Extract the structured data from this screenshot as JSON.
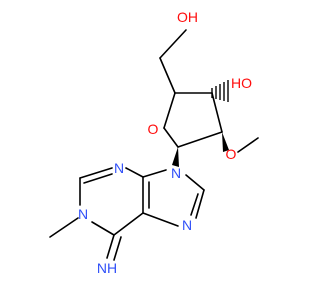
{
  "colors": {
    "carbon_bond": "#000000",
    "oxygen": "#ff0d0d",
    "nitrogen": "#3050f8"
  },
  "atoms": {
    "hydroxymethyl_oh": "OH",
    "hydroxyl_oh": "HO",
    "ring_oxygen": "O",
    "methoxy_oxygen": "O",
    "purine_n9": "N",
    "purine_n3": "N",
    "purine_n1": "N",
    "purine_n7": "N",
    "imino_nh": "NH"
  }
}
